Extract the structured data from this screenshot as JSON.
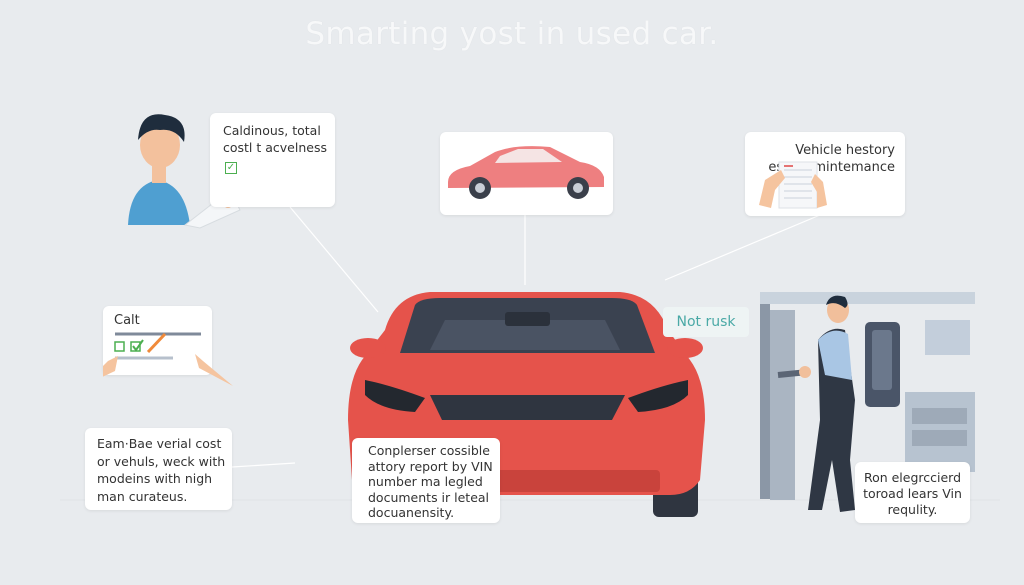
{
  "title": "Smarting yost in used car.",
  "cards": {
    "cost": {
      "text": "Caldinous, total costl t acvelness",
      "icon": "checkbox-checked-icon"
    },
    "history": {
      "text": "Vehicle hestory estory mintemance"
    },
    "calc": {
      "text": "Calt"
    },
    "variants": {
      "text": "Eam·Bae verial cost or vehuls, weck with modeins with nigh man curateus."
    },
    "report": {
      "text": "Conplerser cossible attory report by VIN number ma legled documents ir leteal docuanensity."
    },
    "inspection": {
      "text": "Ron elegrccierd toroad lears Vin requlity."
    }
  },
  "tag": {
    "text": "Not rusk"
  },
  "colors": {
    "background": "#e8ebee",
    "car": "#e5534b",
    "tag_text": "#4aa9a6",
    "check": "#4caf50"
  }
}
